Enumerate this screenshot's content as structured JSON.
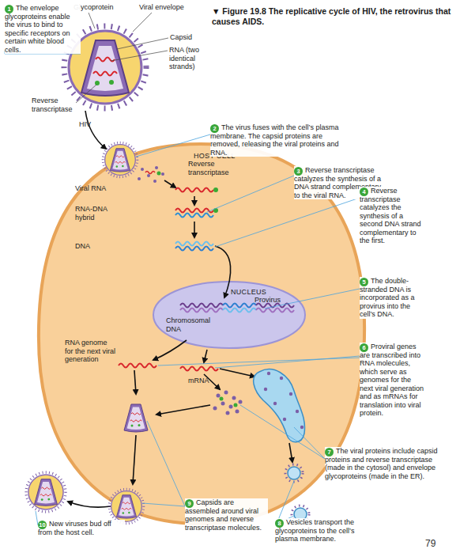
{
  "diagram": {
    "title": "▼ Figure 19.8 The replicative cycle of HIV, the retrovirus that causes AIDS.",
    "nodes": [
      {
        "text": [
          "HOST CELL"
        ]
      },
      {
        "text": [
          "NUCLEUS"
        ],
        "in": 0
      }
    ],
    "labels": [
      "Glycoprotein",
      "Viral envelope",
      "Capsid",
      "RNA (two identical strands)",
      "Reverse transcriptase",
      "HIV",
      "Reverse transcriptase",
      "Viral RNA",
      "RNA-DNA hybrid",
      "DNA",
      "Provirus",
      "Chromosomal DNA",
      "RNA genome for the next viral generation",
      "mRNA",
      "1",
      "The envelope glycoproteins enable the virus to bind to specific receptors on certain white blood cells.",
      "2",
      "The virus fuses with the cell’s plasma membrane. The capsid proteins are removed, releasing the viral proteins and RNA.",
      "3",
      "Reverse transcriptase catalyzes the synthesis of a DNA strand complementary to the viral RNA.",
      "4",
      "Reverse transcriptase catalyzes the synthesis of a second DNA strand complementary to the first.",
      "5",
      "The double-stranded DNA is incorporated as a provirus into the cell’s DNA.",
      "6",
      "Proviral genes are transcribed into RNA molecules, which serve as genomes for the next viral generation and as mRNAs for translation into viral protein.",
      "7",
      "The viral proteins include capsid proteins and reverse transcriptase (made in the cytosol) and envelope glycoproteins (made in the ER).",
      "8",
      "Vesicles transport the glycoproteins to the cell’s plasma membrane.",
      "9",
      "Capsids are assembled around viral genomes and reverse transcriptase molecules.",
      "10",
      "New viruses bud off from the host cell.",
      "79"
    ]
  }
}
